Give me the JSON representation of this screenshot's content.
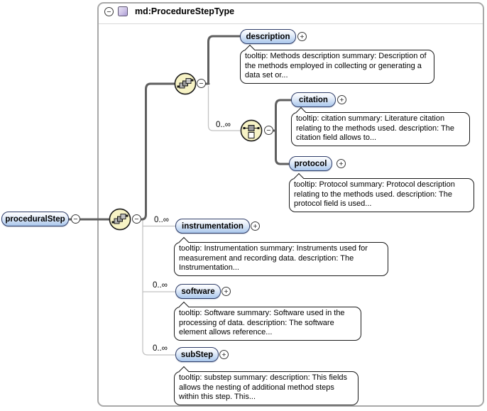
{
  "frame": {
    "title": "md:ProcedureStepType"
  },
  "glyphs": {
    "collapse": "−",
    "expand": "+"
  },
  "root": {
    "label": "proceduralStep"
  },
  "choice_group": {
    "cardinality": "0..∞"
  },
  "elements": {
    "description": {
      "label": "description",
      "tooltip_lines": [
        "tooltip: Methods description summary: Description of",
        "the methods employed in collecting or generating a",
        "data set or..."
      ]
    },
    "citation": {
      "label": "citation",
      "tooltip_lines": [
        "tooltip: citation summary: Literature citation",
        "relating to the methods used. description: The",
        "citation field allows to..."
      ]
    },
    "protocol": {
      "label": "protocol",
      "tooltip_lines": [
        "tooltip: Protocol summary: Protocol description",
        "relating to the methods used. description: The",
        "protocol field is used..."
      ]
    },
    "instrumentation": {
      "label": "instrumentation",
      "cardinality": "0..∞",
      "tooltip_lines": [
        "tooltip: Instrumentation summary: Instruments used for",
        "measurement and recording data. description: The",
        "Instrumentation..."
      ]
    },
    "software": {
      "label": "software",
      "cardinality": "0..∞",
      "tooltip_lines": [
        "tooltip: Software summary: Software used in the",
        "processing of data. description: The software",
        "element allows reference..."
      ]
    },
    "substep": {
      "label": "subStep",
      "cardinality": "0..∞",
      "tooltip_lines": [
        "tooltip: substep summary: description: This fields",
        "allows the nesting of additional method steps",
        "within this step. This..."
      ]
    }
  },
  "colors": {
    "element_border": "#2e3d69",
    "element_fill": "#aac7ec",
    "compositor_fill": "#f7f3c5",
    "wire_strong": "#5f5f5f",
    "wire_weak": "#c2c2c2",
    "frame_border": "#a8a8a8",
    "type_icon_fill": "#ab9cd5"
  }
}
